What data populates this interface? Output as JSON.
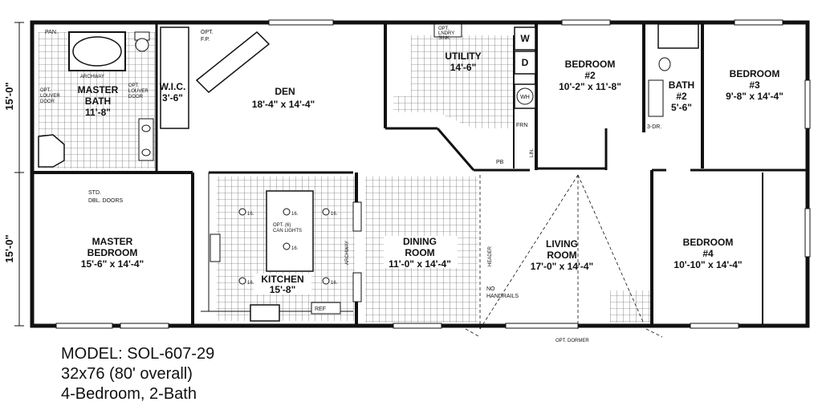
{
  "overall_dims": {
    "top_half": "15'-0\"",
    "bottom_half": "15'-0\""
  },
  "rooms": {
    "den": {
      "name": "DEN",
      "dims": "18'-4\" x 14'-4\""
    },
    "utility": {
      "name": "UTILITY",
      "dims": "14'-6\""
    },
    "bedroom2": {
      "name": "BEDROOM",
      "number": "#2",
      "dims": "10'-2\" x 11'-8\""
    },
    "bath2": {
      "name": "BATH",
      "number": "#2",
      "dims": "5'-6\""
    },
    "bedroom3": {
      "name": "BEDROOM",
      "number": "#3",
      "dims": "9'-8\" x 14'-4\""
    },
    "master_bath": {
      "name1": "MASTER",
      "name2": "BATH",
      "dims": "11'-8\""
    },
    "wic": {
      "name": "W.I.C.",
      "dims": "3'-6\""
    },
    "master_bedroom": {
      "name1": "MASTER",
      "name2": "BEDROOM",
      "dims": "15'-6\" x 14'-4\""
    },
    "kitchen": {
      "name": "KITCHEN",
      "dims": "15'-8\""
    },
    "dining": {
      "name1": "DINING",
      "name2": "ROOM",
      "dims": "11'-0\" x 14'-4\""
    },
    "living": {
      "name1": "LIVING",
      "name2": "ROOM",
      "dims": "17'-0\" x 14'-4\""
    },
    "bedroom4": {
      "name": "BEDROOM",
      "number": "#4",
      "dims": "10'-10\" x 14'-4\""
    }
  },
  "notes": {
    "pan": "PAN.",
    "archway_bath": "ARCHWAY",
    "opt_louver_left": [
      "OPT.",
      "LOUVER",
      "DOOR"
    ],
    "opt_louver_right": [
      "OPT.",
      "LOUVER",
      "DOOR"
    ],
    "opt_fp": [
      "OPT.",
      "F.P."
    ],
    "opt_lndry_sink": [
      "OPT.",
      "LNDRY",
      "SINK"
    ],
    "washer": "W",
    "dryer": "D",
    "water_heater": "WH",
    "frn": "FRN",
    "lin": "LIN.",
    "pb": "PB",
    "three_dr": "3-DR.",
    "std_doors": [
      "STD.",
      "DBL. DOORS"
    ],
    "can_lights": [
      "OPT. (6)",
      "CAN LIGHTS"
    ],
    "can_light_label": "16.",
    "archway_kitchen": "ARCHWAY",
    "header": "HEADER",
    "no_handrails": [
      "NO",
      "HANDRAILS"
    ],
    "ref": "REF",
    "opt_dormer": "OPT. DORMER"
  },
  "model": {
    "line1": "MODEL: SOL-607-29",
    "line2": "32x76 (80' overall)",
    "line3": "4-Bedroom, 2-Bath"
  },
  "colors": {
    "ink": "#111111",
    "background": "#ffffff"
  }
}
